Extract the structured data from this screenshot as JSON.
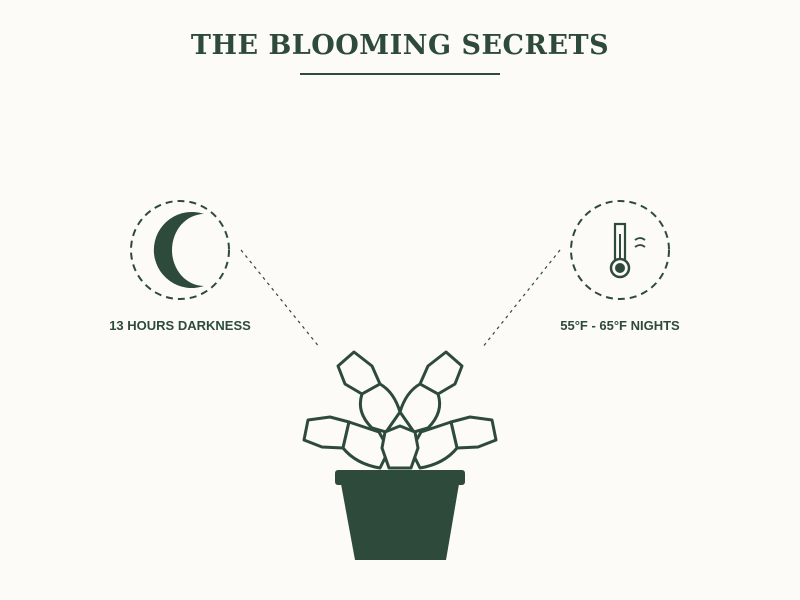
{
  "header": {
    "title": "THE BLOOMING SECRETS"
  },
  "factors": [
    {
      "icon": "moon-icon",
      "label": "13 HOURS DARKNESS"
    },
    {
      "icon": "thermometer-icon",
      "label": "55°F - 65°F NIGHTS"
    }
  ],
  "illustration": {
    "subject": "potted-cactus-plant"
  },
  "colors": {
    "background": "#fcfbf7",
    "primary": "#2e4a3a"
  }
}
